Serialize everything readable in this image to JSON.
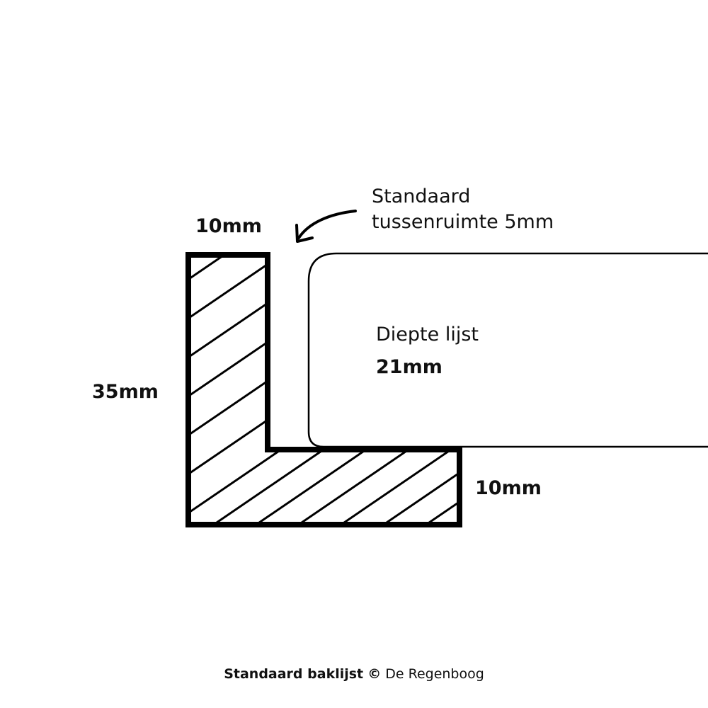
{
  "dimensions": {
    "top_width": "10mm",
    "height": "35mm",
    "bottom_width": "10mm"
  },
  "gap_note": {
    "line1": "Standaard",
    "line2": "tussenruimte 5mm"
  },
  "depth_note": {
    "line1": "Diepte lijst",
    "line2": "21mm"
  },
  "caption": {
    "bold": "Standaard baklijst",
    "copyright": "©",
    "owner": "De Regenboog"
  },
  "colors": {
    "stroke": "#000000",
    "background": "#ffffff",
    "text": "#111111"
  }
}
